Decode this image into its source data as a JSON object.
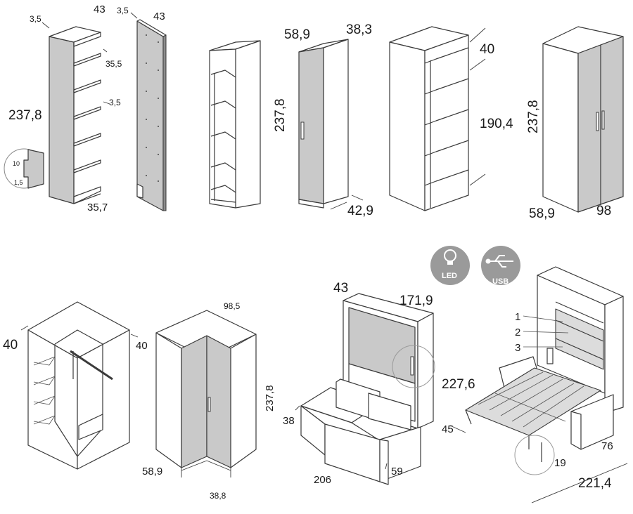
{
  "figures": {
    "shelf_unit": {
      "top_depth": "43",
      "top_thick": "3,5",
      "height": "237,8",
      "shelf_spacing": "35,5",
      "shelf_thick": "3,5",
      "bottom_depth": "35,7",
      "detail_a": "10",
      "detail_b": "1,5"
    },
    "side_panel": {
      "thick": "3,5",
      "depth": "43"
    },
    "single_door": {
      "width": "58,9",
      "depth": "38,3",
      "height": "237,8",
      "bottom": "42,9"
    },
    "open_bookcase": {
      "top": "40",
      "height": "190,4"
    },
    "double_door": {
      "height": "237,8",
      "width": "58,9",
      "depth": "98"
    },
    "corner_open": {
      "left": "40",
      "right": "40"
    },
    "corner_closed": {
      "top": "98,5",
      "height": "237,8",
      "width": "58,9",
      "inner": "38,8"
    },
    "wallbed_closed": {
      "depth": "43",
      "width": "171,9",
      "height": "227,6",
      "sofa_depth": "38",
      "sofa_width": "206",
      "sofa_side": "59"
    },
    "wallbed_open": {
      "item1": "1",
      "item2": "2",
      "item3": "3",
      "drop": "45",
      "foot": "19",
      "sofa": "76",
      "total": "221,4"
    }
  },
  "badges": {
    "led": "LED",
    "usb": "USB"
  },
  "colors": {
    "panel_grey": "#c9c9c9",
    "line": "#3a3a3a",
    "badge": "#9a9a9a"
  }
}
